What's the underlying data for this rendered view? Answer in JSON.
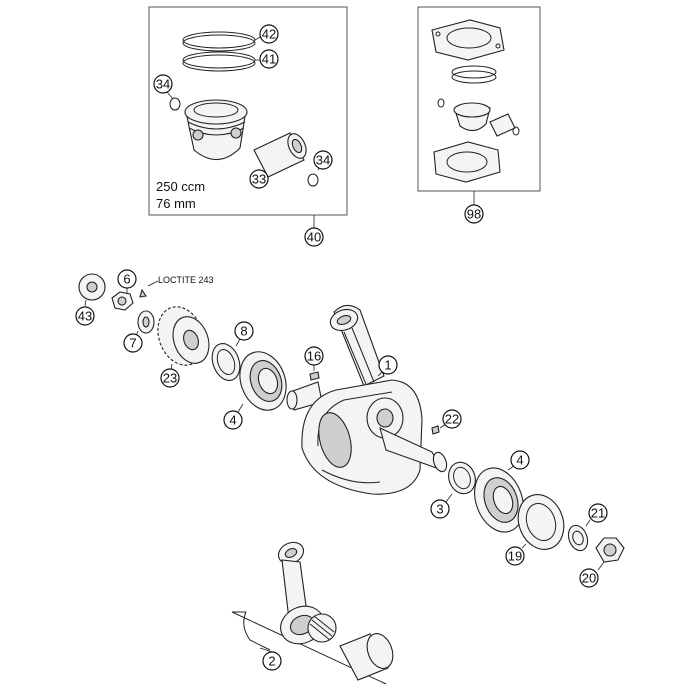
{
  "piston_kit": {
    "displacement": "250 ccm",
    "bore": "76 mm",
    "labels": {
      "ring_top": "42",
      "ring_second": "41",
      "clip_left": "34",
      "pin": "33",
      "clip_right": "34",
      "kit": "40"
    }
  },
  "top_end_kit": {
    "labels": {
      "kit": "98"
    }
  },
  "crankshaft": {
    "note": "LOCTITE 243",
    "labels": {
      "washer_left": "43",
      "nut_left": "6",
      "lock_washer": "7",
      "gear": "23",
      "seal_ring": "8",
      "bearing_left": "4",
      "key_left": "16",
      "crankshaft": "1",
      "key_right": "22",
      "bearing_right": "4",
      "shim": "3",
      "seal_right": "19",
      "washer_right": "21",
      "nut_right": "20"
    }
  },
  "conrod_kit": {
    "labels": {
      "kit": "2"
    }
  }
}
